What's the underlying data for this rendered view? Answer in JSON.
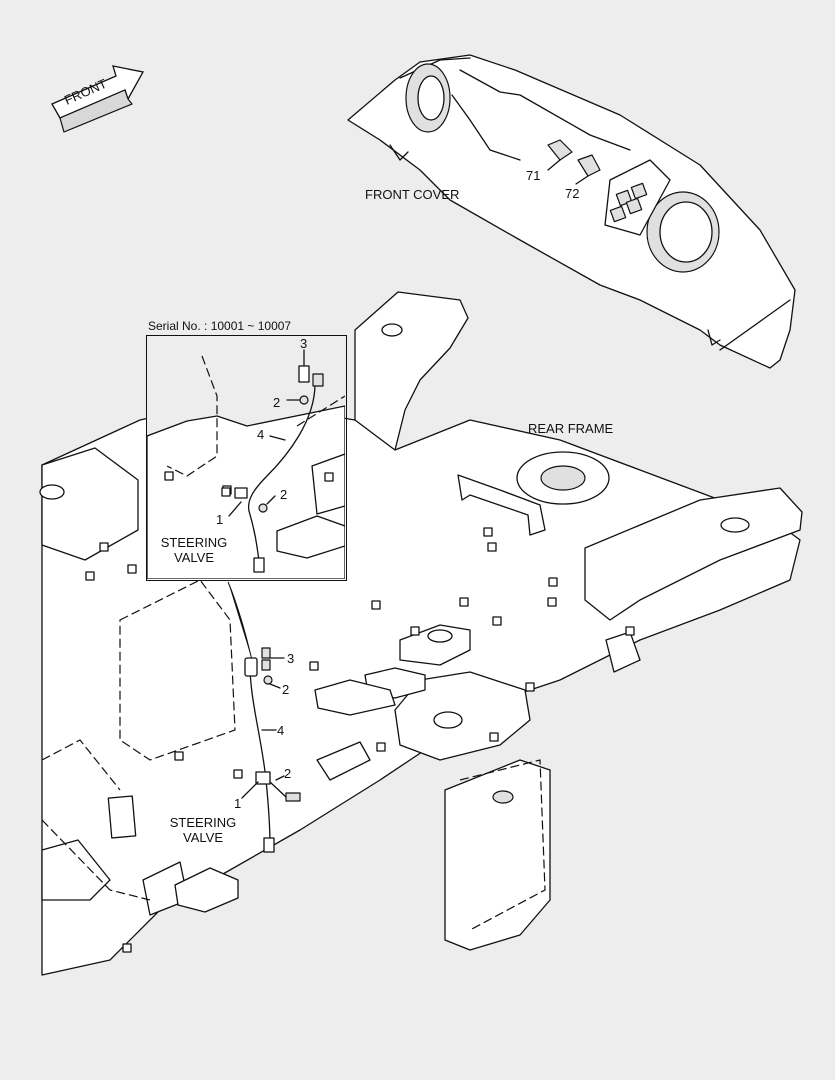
{
  "direction_badge": {
    "text": "FRONT"
  },
  "front_cover": {
    "title": "FRONT COVER",
    "callouts": [
      "71",
      "72"
    ]
  },
  "rear_frame": {
    "title": "REAR FRAME"
  },
  "inset": {
    "serial": "Serial No. : 10001 ~ 10007",
    "callouts": [
      "1",
      "2",
      "2",
      "3",
      "4"
    ],
    "valve_label_line1": "STEERING",
    "valve_label_line2": "VALVE"
  },
  "main_view": {
    "callouts": [
      "1",
      "2",
      "2",
      "3",
      "4"
    ],
    "valve_label_line1": "STEERING",
    "valve_label_line2": "VALVE"
  }
}
